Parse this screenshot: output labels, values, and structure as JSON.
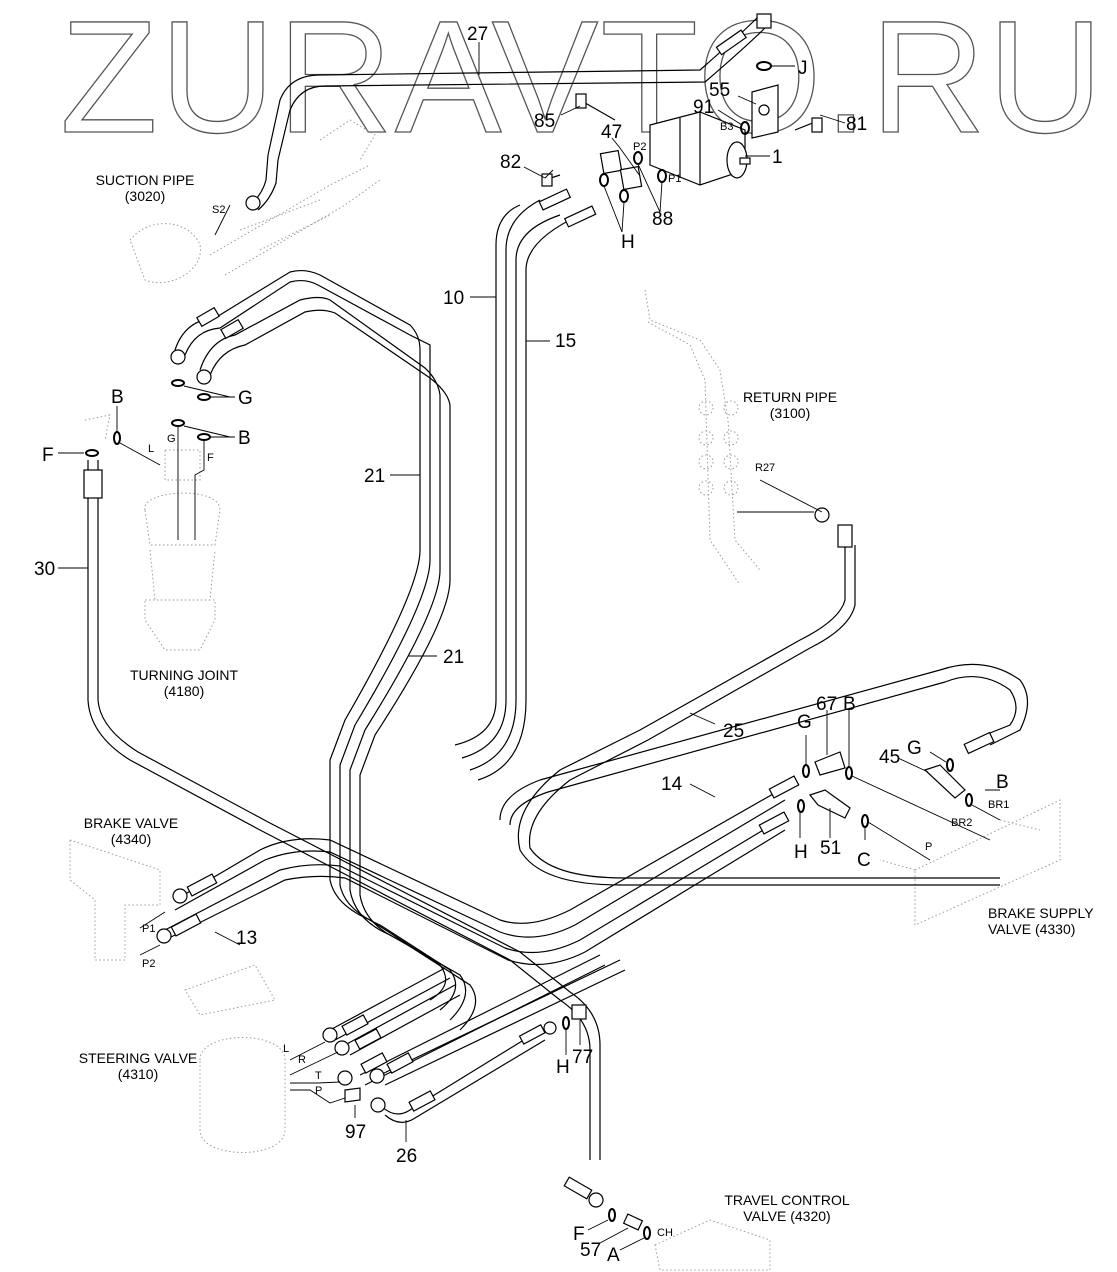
{
  "watermark": "ZURAVTO.RU",
  "components": [
    {
      "name": "SUCTION PIPE",
      "code": "(3020)"
    },
    {
      "name": "RETURN PIPE",
      "code": "(3100)"
    },
    {
      "name": "TURNING JOINT",
      "code": "(4180)"
    },
    {
      "name": "BRAKE VALVE",
      "code": "(4340)"
    },
    {
      "name": "BRAKE SUPPLY",
      "code": "VALVE (4330)"
    },
    {
      "name": "STEERING VALVE",
      "code": "(4310)"
    },
    {
      "name": "TRAVEL CONTROL",
      "code": "VALVE (4320)"
    }
  ],
  "part_numbers": {
    "p1": "1",
    "p10": "10",
    "p13": "13",
    "p14": "14",
    "p15": "15",
    "p21a": "21",
    "p21b": "21",
    "p25": "25",
    "p26": "26",
    "p27": "27",
    "p30": "30",
    "p45": "45",
    "p47": "47",
    "p51": "51",
    "p55": "55",
    "p57": "57",
    "p67": "67",
    "p77": "77",
    "p81": "81",
    "p82": "82",
    "p85": "85",
    "p88": "88",
    "p91": "91",
    "p97": "97"
  },
  "seal_letters": {
    "J": "J",
    "H_pump": "H",
    "G_top": "G",
    "B_left": "B",
    "B_joint": "B",
    "F_left": "F",
    "G_brk": "G",
    "B_brk": "B",
    "H_brk": "H",
    "C_brk": "C",
    "G_45": "G",
    "B_45": "B",
    "H_77": "H",
    "F_tc": "F",
    "A_tc": "A"
  },
  "ports": {
    "S2": "S2",
    "B3": "B3",
    "P2_pump": "P2",
    "P1_pump": "P1",
    "L_tj": "L",
    "G_tj": "G",
    "F_tj": "F",
    "R27": "R27",
    "BR1": "BR1",
    "BR2": "BR2",
    "P_bs": "P",
    "P1_bv": "P1",
    "P2_bv": "P2",
    "L_sv": "L",
    "R_sv": "R",
    "T_sv": "T",
    "P_sv": "P",
    "CH": "CH"
  }
}
